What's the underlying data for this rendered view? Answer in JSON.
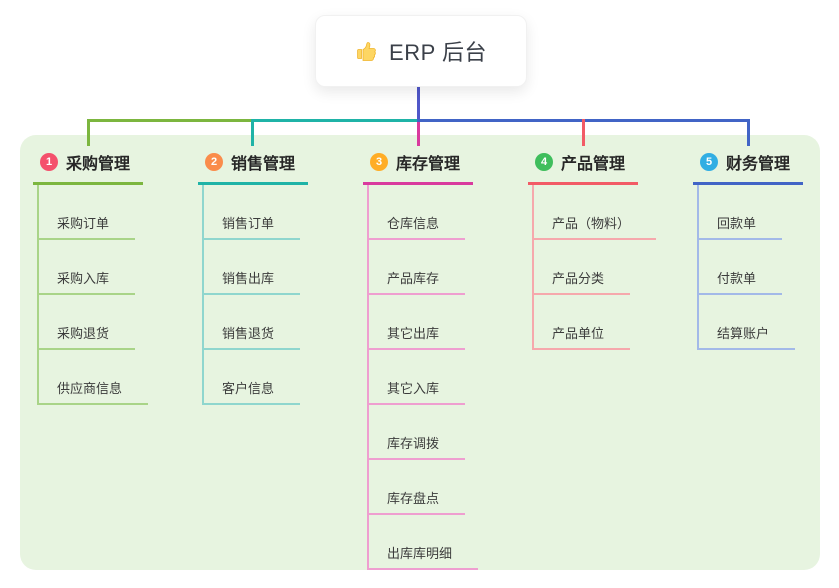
{
  "root": {
    "label": "ERP 后台",
    "icon": "thumbs-up-icon"
  },
  "canvas": {
    "background": "#ffffff",
    "panel_background": "#e7f4e0",
    "root_line_color": "#5057c9"
  },
  "branches": [
    {
      "number": "1",
      "label": "采购管理",
      "badge_color": "#f4516c",
      "line_color": "#7cb63f",
      "child_line_color": "#a9d488",
      "children": [
        "采购订单",
        "采购入库",
        "采购退货",
        "供应商信息"
      ]
    },
    {
      "number": "2",
      "label": "销售管理",
      "badge_color": "#fa8c4b",
      "line_color": "#1fb3a7",
      "child_line_color": "#8fd6ce",
      "children": [
        "销售订单",
        "销售出库",
        "销售退货",
        "客户信息"
      ]
    },
    {
      "number": "3",
      "label": "库存管理",
      "badge_color": "#ffad26",
      "line_color": "#d93a9e",
      "child_line_color": "#ef9ed0",
      "children": [
        "仓库信息",
        "产品库存",
        "其它出库",
        "其它入库",
        "库存调拨",
        "库存盘点",
        "出库库明细"
      ]
    },
    {
      "number": "4",
      "label": "产品管理",
      "badge_color": "#3fbe5c",
      "line_color": "#f25b66",
      "child_line_color": "#f6a8ac",
      "children": [
        "产品（物料）",
        "产品分类",
        "产品单位"
      ]
    },
    {
      "number": "5",
      "label": "财务管理",
      "badge_color": "#31aee3",
      "line_color": "#4164c6",
      "child_line_color": "#a3b9e8",
      "children": [
        "回款单",
        "付款单",
        "结算账户"
      ]
    }
  ]
}
